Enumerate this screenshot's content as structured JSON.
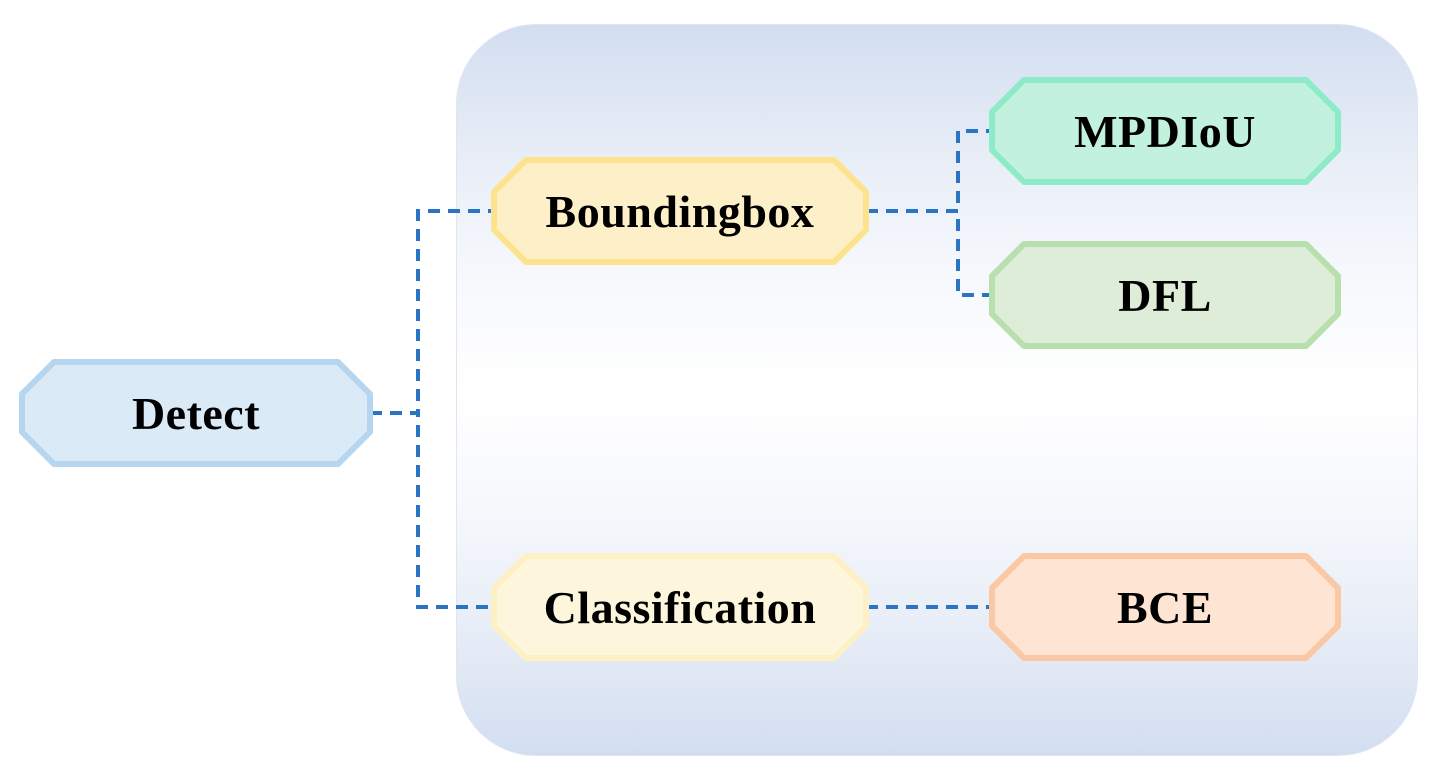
{
  "diagram": {
    "nodes": [
      {
        "id": "detect",
        "label": "Detect",
        "fill": "#dbeaf7",
        "stroke": "#b6d6f0"
      },
      {
        "id": "boundingbox",
        "label": "Boundingbox",
        "fill": "#fdefc8",
        "stroke": "#fde38e"
      },
      {
        "id": "classification",
        "label": "Classification",
        "fill": "#fef6dc",
        "stroke": "#fdf0c4"
      },
      {
        "id": "mpdiou",
        "label": "MPDIoU",
        "fill": "#c2f2dd",
        "stroke": "#8eebc8"
      },
      {
        "id": "dfl",
        "label": "DFL",
        "fill": "#ddedd8",
        "stroke": "#b8dfae"
      },
      {
        "id": "bce",
        "label": "BCE",
        "fill": "#fde4d3",
        "stroke": "#fbc8a6"
      }
    ],
    "edges": [
      {
        "from": "detect",
        "to": "boundingbox"
      },
      {
        "from": "detect",
        "to": "classification"
      },
      {
        "from": "boundingbox",
        "to": "mpdiou"
      },
      {
        "from": "boundingbox",
        "to": "dfl"
      },
      {
        "from": "classification",
        "to": "bce"
      }
    ],
    "edge_color": "#2b74c4"
  }
}
